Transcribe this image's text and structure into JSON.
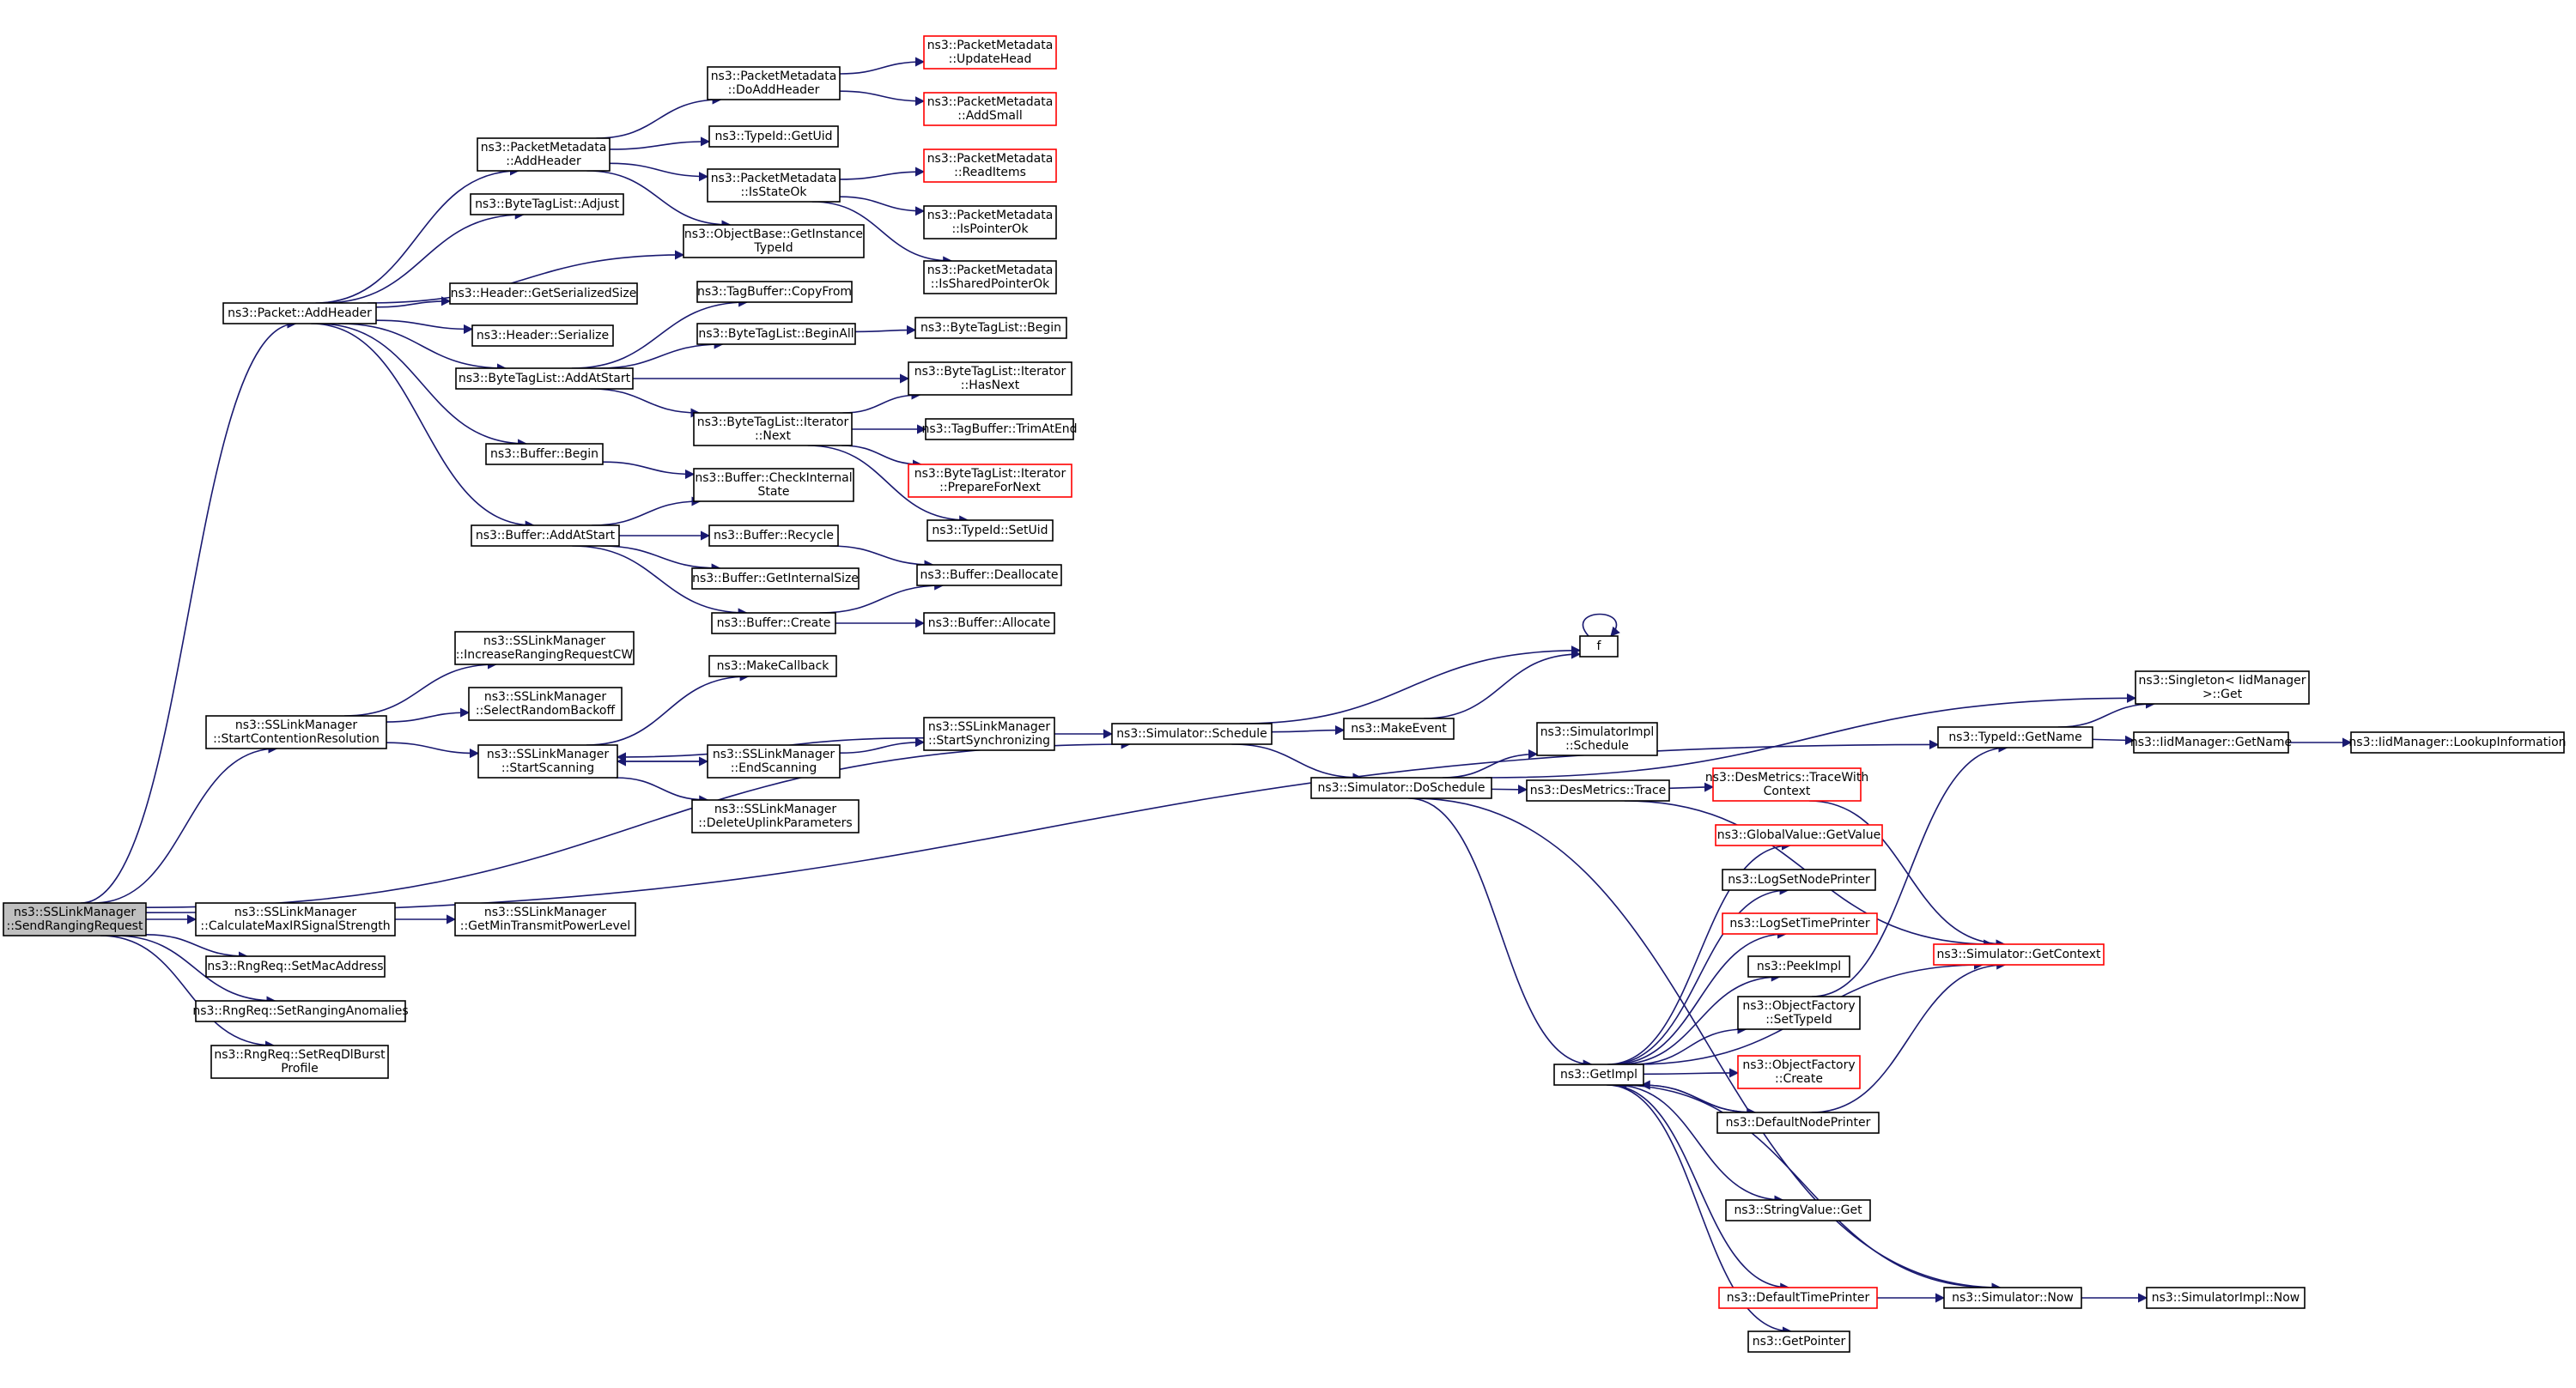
{
  "nodes": [
    {
      "id": "root",
      "lines": [
        "ns3::SSLinkManager",
        "::SendRangingRequest"
      ],
      "kind": "root"
    },
    {
      "id": "pkt_addhdr",
      "lines": [
        "ns3::Packet::AddHeader"
      ]
    },
    {
      "id": "pm_addhdr",
      "lines": [
        "ns3::PacketMetadata",
        "::AddHeader"
      ]
    },
    {
      "id": "btl_adjust",
      "lines": [
        "ns3::ByteTagList::Adjust"
      ]
    },
    {
      "id": "hdr_getsize",
      "lines": [
        "ns3::Header::GetSerializedSize"
      ]
    },
    {
      "id": "hdr_ser",
      "lines": [
        "ns3::Header::Serialize"
      ]
    },
    {
      "id": "btl_addstart",
      "lines": [
        "ns3::ByteTagList::AddAtStart"
      ]
    },
    {
      "id": "buf_begin",
      "lines": [
        "ns3::Buffer::Begin"
      ]
    },
    {
      "id": "buf_addstart",
      "lines": [
        "ns3::Buffer::AddAtStart"
      ]
    },
    {
      "id": "pm_doaddhdr",
      "lines": [
        "ns3::PacketMetadata",
        "::DoAddHeader"
      ]
    },
    {
      "id": "tid_getuid",
      "lines": [
        "ns3::TypeId::GetUid"
      ]
    },
    {
      "id": "pm_isstateok",
      "lines": [
        "ns3::PacketMetadata",
        "::IsStateOk"
      ]
    },
    {
      "id": "ob_getinst",
      "lines": [
        "ns3::ObjectBase::GetInstance",
        "TypeId"
      ]
    },
    {
      "id": "tb_copyfrom",
      "lines": [
        "ns3::TagBuffer::CopyFrom"
      ]
    },
    {
      "id": "btl_beginall",
      "lines": [
        "ns3::ByteTagList::BeginAll"
      ]
    },
    {
      "id": "btl_iter_next",
      "lines": [
        "ns3::ByteTagList::Iterator",
        "::Next"
      ]
    },
    {
      "id": "buf_checkint",
      "lines": [
        "ns3::Buffer::CheckInternal",
        "State"
      ]
    },
    {
      "id": "buf_recycle",
      "lines": [
        "ns3::Buffer::Recycle"
      ]
    },
    {
      "id": "buf_getintsize",
      "lines": [
        "ns3::Buffer::GetInternalSize"
      ]
    },
    {
      "id": "buf_create",
      "lines": [
        "ns3::Buffer::Create"
      ]
    },
    {
      "id": "pm_updatehead",
      "lines": [
        "ns3::PacketMetadata",
        "::UpdateHead"
      ],
      "kind": "trunc"
    },
    {
      "id": "pm_addsmall",
      "lines": [
        "ns3::PacketMetadata",
        "::AddSmall"
      ],
      "kind": "trunc"
    },
    {
      "id": "pm_readitems",
      "lines": [
        "ns3::PacketMetadata",
        "::ReadItems"
      ],
      "kind": "trunc"
    },
    {
      "id": "pm_ispointerok",
      "lines": [
        "ns3::PacketMetadata",
        "::IsPointerOk"
      ]
    },
    {
      "id": "pm_issharedok",
      "lines": [
        "ns3::PacketMetadata",
        "::IsSharedPointerOk"
      ]
    },
    {
      "id": "btl_begin",
      "lines": [
        "ns3::ByteTagList::Begin"
      ]
    },
    {
      "id": "btl_iter_hasnext",
      "lines": [
        "ns3::ByteTagList::Iterator",
        "::HasNext"
      ]
    },
    {
      "id": "tb_trimend",
      "lines": [
        "ns3::TagBuffer::TrimAtEnd"
      ]
    },
    {
      "id": "btl_iter_prep",
      "lines": [
        "ns3::ByteTagList::Iterator",
        "::PrepareForNext"
      ],
      "kind": "trunc"
    },
    {
      "id": "tid_setuid",
      "lines": [
        "ns3::TypeId::SetUid"
      ]
    },
    {
      "id": "buf_dealloc",
      "lines": [
        "ns3::Buffer::Deallocate"
      ]
    },
    {
      "id": "buf_alloc",
      "lines": [
        "ns3::Buffer::Allocate"
      ]
    },
    {
      "id": "ss_inccw",
      "lines": [
        "ns3::SSLinkManager",
        "::IncreaseRangingRequestCW"
      ]
    },
    {
      "id": "ss_selbackoff",
      "lines": [
        "ns3::SSLinkManager",
        "::SelectRandomBackoff"
      ]
    },
    {
      "id": "ss_startcont",
      "lines": [
        "ns3::SSLinkManager",
        "::StartContentionResolution"
      ]
    },
    {
      "id": "ss_startscan",
      "lines": [
        "ns3::SSLinkManager",
        "::StartScanning"
      ]
    },
    {
      "id": "makecallback",
      "lines": [
        "ns3::MakeCallback"
      ]
    },
    {
      "id": "ss_endscan",
      "lines": [
        "ns3::SSLinkManager",
        "::EndScanning"
      ]
    },
    {
      "id": "ss_delup",
      "lines": [
        "ns3::SSLinkManager",
        "::DeleteUplinkParameters"
      ]
    },
    {
      "id": "ss_startsync",
      "lines": [
        "ns3::SSLinkManager",
        "::StartSynchronizing"
      ]
    },
    {
      "id": "sim_schedule",
      "lines": [
        "ns3::Simulator::Schedule"
      ]
    },
    {
      "id": "makeevent",
      "lines": [
        "ns3::MakeEvent"
      ]
    },
    {
      "id": "f",
      "lines": [
        "f"
      ]
    },
    {
      "id": "sim_dosched",
      "lines": [
        "ns3::Simulator::DoSchedule"
      ]
    },
    {
      "id": "simimpl_sched",
      "lines": [
        "ns3::SimulatorImpl",
        "::Schedule"
      ]
    },
    {
      "id": "des_trace",
      "lines": [
        "ns3::DesMetrics::Trace"
      ]
    },
    {
      "id": "des_tracectx",
      "lines": [
        "ns3::DesMetrics::TraceWith",
        "Context"
      ],
      "kind": "trunc"
    },
    {
      "id": "singleton_get",
      "lines": [
        "ns3::Singleton< IidManager",
        ">::Get"
      ]
    },
    {
      "id": "tid_getname",
      "lines": [
        "ns3::TypeId::GetName"
      ]
    },
    {
      "id": "iid_getname",
      "lines": [
        "ns3::IidManager::GetName"
      ]
    },
    {
      "id": "iid_lookup",
      "lines": [
        "ns3::IidManager::LookupInformation"
      ]
    },
    {
      "id": "gv_getvalue",
      "lines": [
        "ns3::GlobalValue::GetValue"
      ],
      "kind": "trunc"
    },
    {
      "id": "log_nodeprinter",
      "lines": [
        "ns3::LogSetNodePrinter"
      ]
    },
    {
      "id": "log_timeprinter",
      "lines": [
        "ns3::LogSetTimePrinter"
      ],
      "kind": "trunc"
    },
    {
      "id": "peekimpl",
      "lines": [
        "ns3::PeekImpl"
      ]
    },
    {
      "id": "of_settypeid",
      "lines": [
        "ns3::ObjectFactory",
        "::SetTypeId"
      ]
    },
    {
      "id": "of_create",
      "lines": [
        "ns3::ObjectFactory",
        "::Create"
      ],
      "kind": "trunc"
    },
    {
      "id": "defnodeprinter",
      "lines": [
        "ns3::DefaultNodePrinter"
      ]
    },
    {
      "id": "getimpl",
      "lines": [
        "ns3::GetImpl"
      ]
    },
    {
      "id": "sim_getctx",
      "lines": [
        "ns3::Simulator::GetContext"
      ],
      "kind": "trunc"
    },
    {
      "id": "sv_get",
      "lines": [
        "ns3::StringValue::Get"
      ]
    },
    {
      "id": "deftimeprinter",
      "lines": [
        "ns3::DefaultTimePrinter"
      ],
      "kind": "trunc"
    },
    {
      "id": "sim_now",
      "lines": [
        "ns3::Simulator::Now"
      ]
    },
    {
      "id": "simimpl_now",
      "lines": [
        "ns3::SimulatorImpl::Now"
      ]
    },
    {
      "id": "getpointer",
      "lines": [
        "ns3::GetPointer"
      ]
    },
    {
      "id": "ss_calcmax",
      "lines": [
        "ns3::SSLinkManager",
        "::CalculateMaxIRSignalStrength"
      ]
    },
    {
      "id": "ss_getmintx",
      "lines": [
        "ns3::SSLinkManager",
        "::GetMinTransmitPowerLevel"
      ]
    },
    {
      "id": "rr_setmac",
      "lines": [
        "ns3::RngReq::SetMacAddress"
      ]
    },
    {
      "id": "rr_setanom",
      "lines": [
        "ns3::RngReq::SetRangingAnomalies"
      ]
    },
    {
      "id": "rr_setburst",
      "lines": [
        "ns3::RngReq::SetReqDlBurst",
        "Profile"
      ]
    }
  ],
  "edges": [
    [
      "root",
      "pkt_addhdr"
    ],
    [
      "root",
      "ss_startcont"
    ],
    [
      "root",
      "sim_schedule"
    ],
    [
      "root",
      "ss_calcmax"
    ],
    [
      "root",
      "rr_setmac"
    ],
    [
      "root",
      "rr_setanom"
    ],
    [
      "root",
      "rr_setburst"
    ],
    [
      "root",
      "tid_getname"
    ],
    [
      "pkt_addhdr",
      "pm_addhdr"
    ],
    [
      "pkt_addhdr",
      "btl_adjust"
    ],
    [
      "pkt_addhdr",
      "ob_getinst"
    ],
    [
      "pkt_addhdr",
      "hdr_getsize"
    ],
    [
      "pkt_addhdr",
      "hdr_ser"
    ],
    [
      "pkt_addhdr",
      "btl_addstart"
    ],
    [
      "pkt_addhdr",
      "buf_begin"
    ],
    [
      "pkt_addhdr",
      "buf_addstart"
    ],
    [
      "pm_addhdr",
      "pm_doaddhdr"
    ],
    [
      "pm_addhdr",
      "tid_getuid"
    ],
    [
      "pm_addhdr",
      "pm_isstateok"
    ],
    [
      "pm_addhdr",
      "ob_getinst"
    ],
    [
      "pm_doaddhdr",
      "pm_updatehead"
    ],
    [
      "pm_doaddhdr",
      "pm_addsmall"
    ],
    [
      "pm_isstateok",
      "pm_readitems"
    ],
    [
      "pm_isstateok",
      "pm_ispointerok"
    ],
    [
      "pm_isstateok",
      "pm_issharedok"
    ],
    [
      "btl_addstart",
      "tb_copyfrom"
    ],
    [
      "btl_addstart",
      "btl_beginall"
    ],
    [
      "btl_addstart",
      "btl_iter_hasnext"
    ],
    [
      "btl_addstart",
      "btl_iter_next"
    ],
    [
      "btl_beginall",
      "btl_begin"
    ],
    [
      "btl_iter_next",
      "btl_iter_hasnext"
    ],
    [
      "btl_iter_next",
      "tb_trimend"
    ],
    [
      "btl_iter_next",
      "btl_iter_prep"
    ],
    [
      "btl_iter_next",
      "tid_setuid"
    ],
    [
      "buf_begin",
      "buf_checkint"
    ],
    [
      "buf_addstart",
      "buf_checkint"
    ],
    [
      "buf_addstart",
      "buf_recycle"
    ],
    [
      "buf_addstart",
      "buf_getintsize"
    ],
    [
      "buf_addstart",
      "buf_create"
    ],
    [
      "buf_recycle",
      "buf_dealloc"
    ],
    [
      "buf_create",
      "buf_dealloc"
    ],
    [
      "buf_create",
      "buf_alloc"
    ],
    [
      "ss_startcont",
      "ss_inccw"
    ],
    [
      "ss_startcont",
      "ss_selbackoff"
    ],
    [
      "ss_startcont",
      "ss_startscan"
    ],
    [
      "ss_startscan",
      "makecallback"
    ],
    [
      "ss_startscan",
      "ss_endscan"
    ],
    [
      "ss_startscan",
      "ss_delup"
    ],
    [
      "ss_endscan",
      "ss_startscan"
    ],
    [
      "ss_endscan",
      "ss_startsync"
    ],
    [
      "ss_startsync",
      "ss_startscan"
    ],
    [
      "ss_startsync",
      "sim_schedule"
    ],
    [
      "sim_schedule",
      "makeevent"
    ],
    [
      "sim_schedule",
      "f"
    ],
    [
      "sim_schedule",
      "sim_dosched"
    ],
    [
      "makeevent",
      "f"
    ],
    [
      "f",
      "f"
    ],
    [
      "sim_dosched",
      "simimpl_sched"
    ],
    [
      "sim_dosched",
      "des_trace"
    ],
    [
      "sim_dosched",
      "singleton_get"
    ],
    [
      "sim_dosched",
      "getimpl"
    ],
    [
      "sim_dosched",
      "sim_now"
    ],
    [
      "des_trace",
      "des_tracectx"
    ],
    [
      "des_trace",
      "sim_getctx"
    ],
    [
      "des_tracectx",
      "sim_getctx"
    ],
    [
      "tid_getname",
      "singleton_get"
    ],
    [
      "tid_getname",
      "iid_getname"
    ],
    [
      "iid_getname",
      "iid_lookup"
    ],
    [
      "getimpl",
      "gv_getvalue"
    ],
    [
      "getimpl",
      "log_nodeprinter"
    ],
    [
      "getimpl",
      "log_timeprinter"
    ],
    [
      "getimpl",
      "peekimpl"
    ],
    [
      "getimpl",
      "of_settypeid"
    ],
    [
      "getimpl",
      "of_create"
    ],
    [
      "getimpl",
      "defnodeprinter"
    ],
    [
      "getimpl",
      "sv_get"
    ],
    [
      "getimpl",
      "deftimeprinter"
    ],
    [
      "getimpl",
      "getpointer"
    ],
    [
      "getimpl",
      "sim_getctx"
    ],
    [
      "of_settypeid",
      "tid_getname"
    ],
    [
      "defnodeprinter",
      "getimpl"
    ],
    [
      "defnodeprinter",
      "sim_getctx"
    ],
    [
      "deftimeprinter",
      "sim_now"
    ],
    [
      "sim_now",
      "getimpl"
    ],
    [
      "sim_now",
      "simimpl_now"
    ],
    [
      "ss_calcmax",
      "ss_getmintx"
    ]
  ],
  "colors": {
    "edge": "#191970",
    "root_fill": "#bfbfbf",
    "truncated_border": "#ff0000",
    "border": "#000000"
  }
}
